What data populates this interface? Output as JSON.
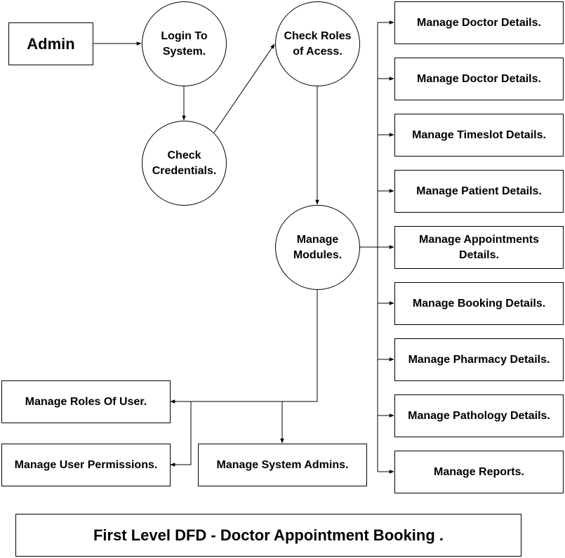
{
  "entity": {
    "label": "Admin"
  },
  "processes": {
    "login": "Login To\nSystem.",
    "credentials": "Check\nCredentials.",
    "roles": "Check Roles\nof Acess.",
    "modules": "Manage\nModules."
  },
  "modules": [
    "Manage Doctor Details.",
    "Manage Doctor Details.",
    "Manage Timeslot Details.",
    "Manage Patient Details.",
    "Manage Appointments\nDetails.",
    "Manage Booking Details.",
    "Manage Pharmacy Details.",
    "Manage Pathology Details.",
    "Manage Reports."
  ],
  "admin_modules": {
    "roles_of_user": "Manage Roles Of User.",
    "user_permissions": "Manage User Permissions.",
    "system_admins": "Manage System Admins."
  },
  "title": "First Level DFD - Doctor Appointment Booking ."
}
